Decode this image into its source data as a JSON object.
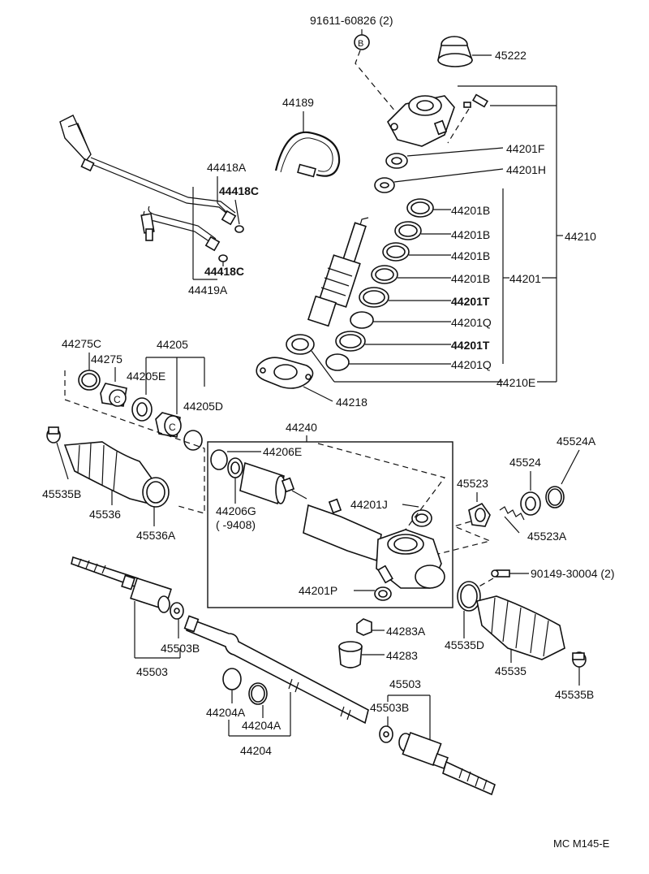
{
  "labels": {
    "bolt_b": "91611-60826 (2)",
    "b_marker": "B",
    "p45222": "45222",
    "p44189": "44189",
    "p44418A": "44418A",
    "p44418C_top": "44418C",
    "p44418C_bot": "44418C",
    "p44419A": "44419A",
    "p44201F": "44201F",
    "p44201H": "44201H",
    "p44201B_1": "44201B",
    "p44201B_2": "44201B",
    "p44201B_3": "44201B",
    "p44201B_4": "44201B",
    "p44201": "44201",
    "p44201T_1": "44201T",
    "p44201Q_1": "44201Q",
    "p44201T_2": "44201T",
    "p44201Q_2": "44201Q",
    "p44210E": "44210E",
    "p44210": "44210",
    "p44218": "44218",
    "p44275C": "44275C",
    "p44275": "44275",
    "p44205": "44205",
    "p44205E": "44205E",
    "p44205D": "44205D",
    "p44240": "44240",
    "p44206E": "44206E",
    "p44206G": "44206G",
    "p44206G_range": "(       -9408)",
    "p44201J": "44201J",
    "p44201P": "44201P",
    "p45523": "45523",
    "p45524": "45524",
    "p45524A": "45524A",
    "p45523A": "45523A",
    "bolt_90149": "90149-30004 (2)",
    "p45535B_left": "45535B",
    "p45536": "45536",
    "p45536A": "45536A",
    "p45503B_left": "45503B",
    "p45503_left": "45503",
    "p44283A": "44283A",
    "p44283": "44283",
    "p45535D": "45535D",
    "p45535": "45535",
    "p45535B_right": "45535B",
    "p45503_right": "45503",
    "p45503B_right": "45503B",
    "p44204A_1": "44204A",
    "p44204A_2": "44204A",
    "p44204": "44204",
    "footer_code": "MC  M145-E"
  }
}
